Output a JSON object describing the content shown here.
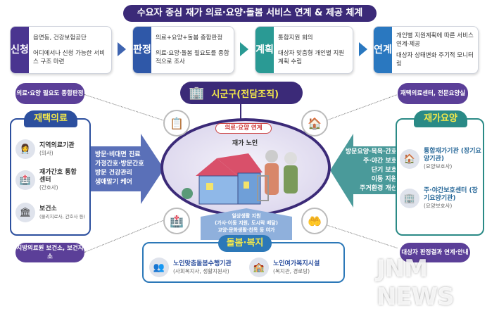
{
  "title": "수요자 중심 재가 의료·요양·돌봄 서비스 연계 & 제공 체계",
  "steps": [
    {
      "label": "신청",
      "color": "#4a3590",
      "lines": [
        "읍면동, 건강보험공단",
        "어디에서나 신청 가능한 서비스 구조 마련"
      ]
    },
    {
      "label": "판정",
      "color": "#2f58a8",
      "lines": [
        "의료+요양+돌봄 종합판정",
        "의료·요양·돌봄 필요도를 종합적으로 조사"
      ]
    },
    {
      "label": "계획",
      "color": "#2a9a94",
      "lines": [
        "통합지원 회의",
        "대상자 맞춤형 개인별 지원계획 수립"
      ]
    },
    {
      "label": "연계",
      "color": "#2a78c0",
      "lines": [
        "개인별 지원계획에 따른 서비스 연계·제공",
        "대상자 상태변화 주기적 모니터링"
      ]
    }
  ],
  "pills": {
    "top_left": "의료·요양 필요도 종합판정",
    "bottom_left": "지방의료원 보건소, 보건지소",
    "top_right": "재택의료센터, 전문요양실",
    "bottom_right": "대상자 판정결과 연계·안내"
  },
  "home_medical": {
    "title": "재택의료",
    "color": "#2c4f9e",
    "items": [
      {
        "name": "지역의료기관",
        "sub": "(의사)"
      },
      {
        "name": "재가간호 통합센터",
        "sub": "(간호사)"
      },
      {
        "name": "보건소",
        "sub": "(물리치료사, 간호사 등)"
      }
    ],
    "services": [
      "방문·비대면 진료",
      "가정간호·방문간호",
      "방문 건강관리",
      "생애말기 케어"
    ]
  },
  "home_care": {
    "title": "재가요양",
    "color": "#2a8a86",
    "items": [
      {
        "name": "통합재가기관 (장기요양기관)",
        "sub": "(요양보호사)"
      },
      {
        "name": "주·야간보호센터 (장기요양기관)",
        "sub": "(요양보호사)"
      }
    ],
    "services": [
      "방문요양·목욕·간호",
      "주·야간 보호",
      "단기 보호",
      "이동 지원",
      "주거환경 개선"
    ]
  },
  "center": {
    "authority": "시군구(전담조직)",
    "link_label": "의료·요양 연계",
    "subject": "재가 노인"
  },
  "welfare": {
    "title": "돌봄·복지",
    "services": [
      "일상생활 지원",
      "(가사·이동 지원, 도시락 배달)",
      "교양·문화생활·친목 등 여가"
    ],
    "items": [
      {
        "name": "노인맞춤돌봄수행기관",
        "sub": "(사회복지사, 생활지원사)"
      },
      {
        "name": "노인여가복지시설",
        "sub": "(복지관, 경로당)"
      }
    ]
  },
  "watermark": "JNM NEWS"
}
